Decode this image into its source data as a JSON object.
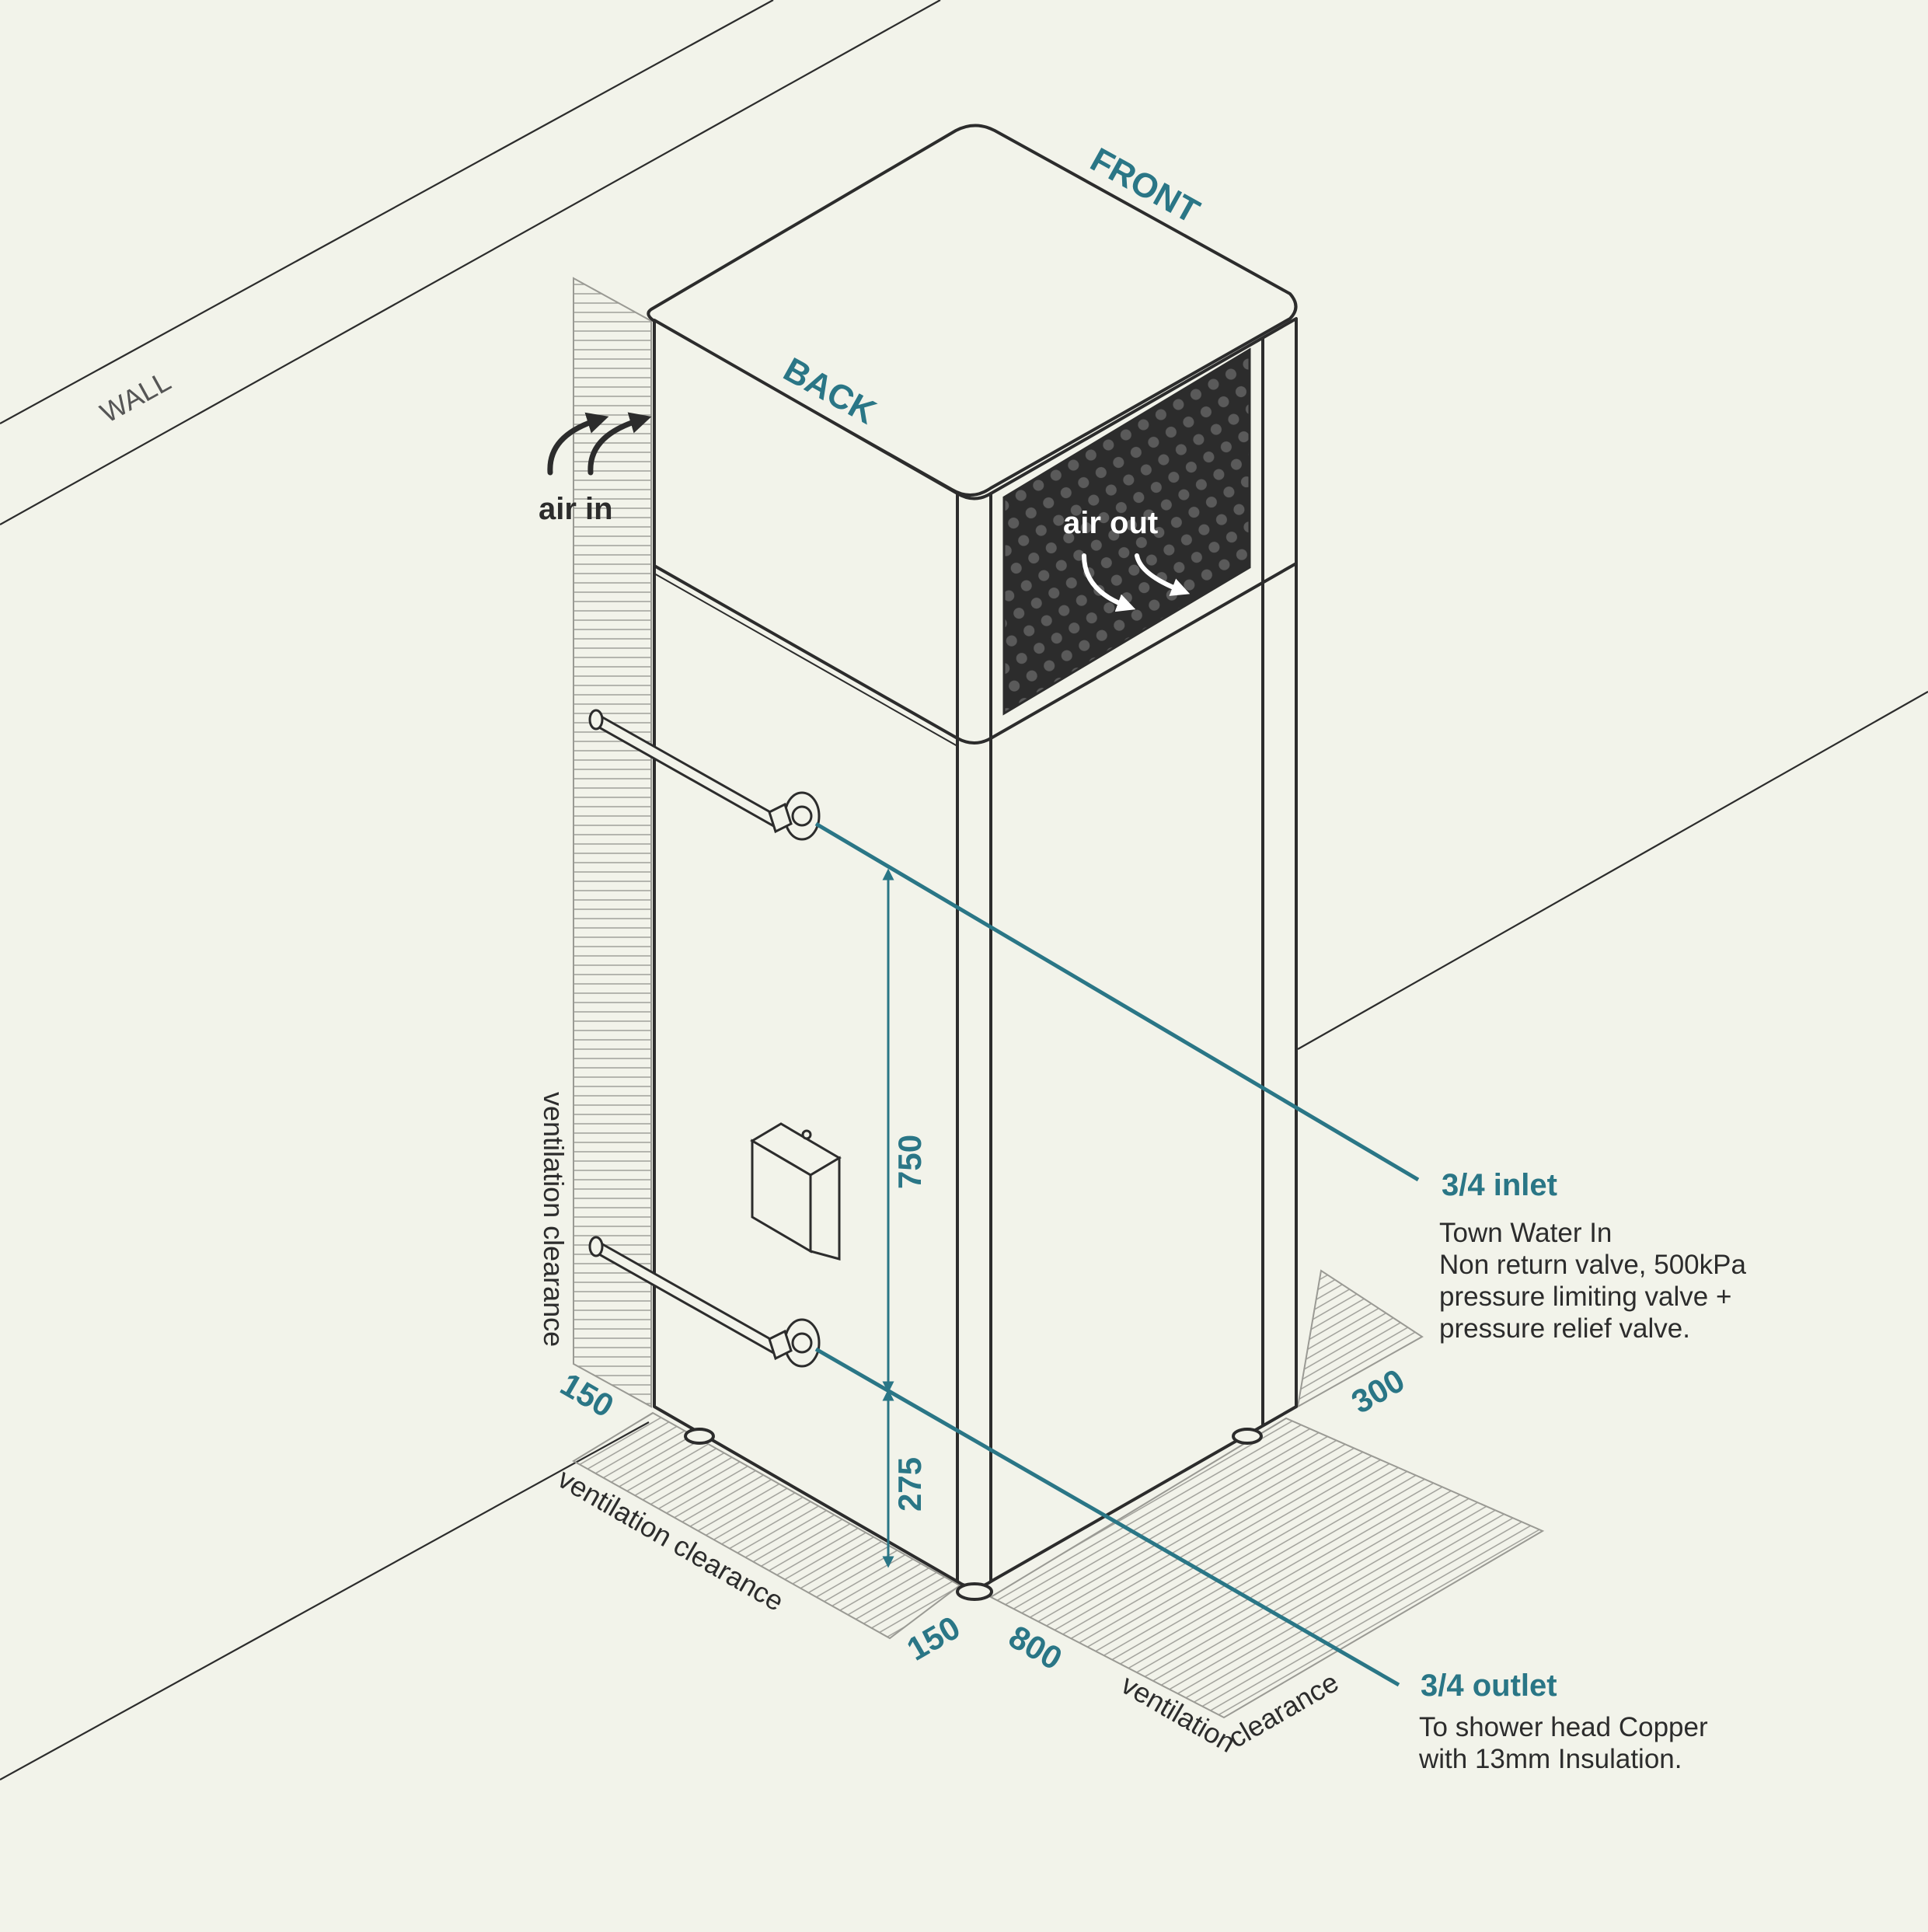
{
  "labels": {
    "wall": "WALL",
    "front": "FRONT",
    "back": "BACK",
    "air_in": "air in",
    "air_out": "air out",
    "vent_left": "ventilation clearance",
    "vent_floor": "ventilation clearance",
    "vent_right_a": "ventilation",
    "vent_right_b": "clearance"
  },
  "dimensions": {
    "d750": "750",
    "d275": "275",
    "d150_left": "150",
    "d150_floor": "150",
    "d800": "800",
    "d300": "300"
  },
  "inlet": {
    "title": "3/4 inlet",
    "lines": [
      "Town Water In",
      "Non return valve, 500kPa",
      "pressure limiting valve +",
      "pressure relief valve."
    ]
  },
  "outlet": {
    "title": "3/4 outlet",
    "lines": [
      "To shower head Copper",
      "with 13mm Insulation."
    ]
  },
  "colors": {
    "background": "#f2f3ea",
    "line": "#2c2c2c",
    "accent": "#2a7686",
    "hatch": "#9a9a94"
  }
}
